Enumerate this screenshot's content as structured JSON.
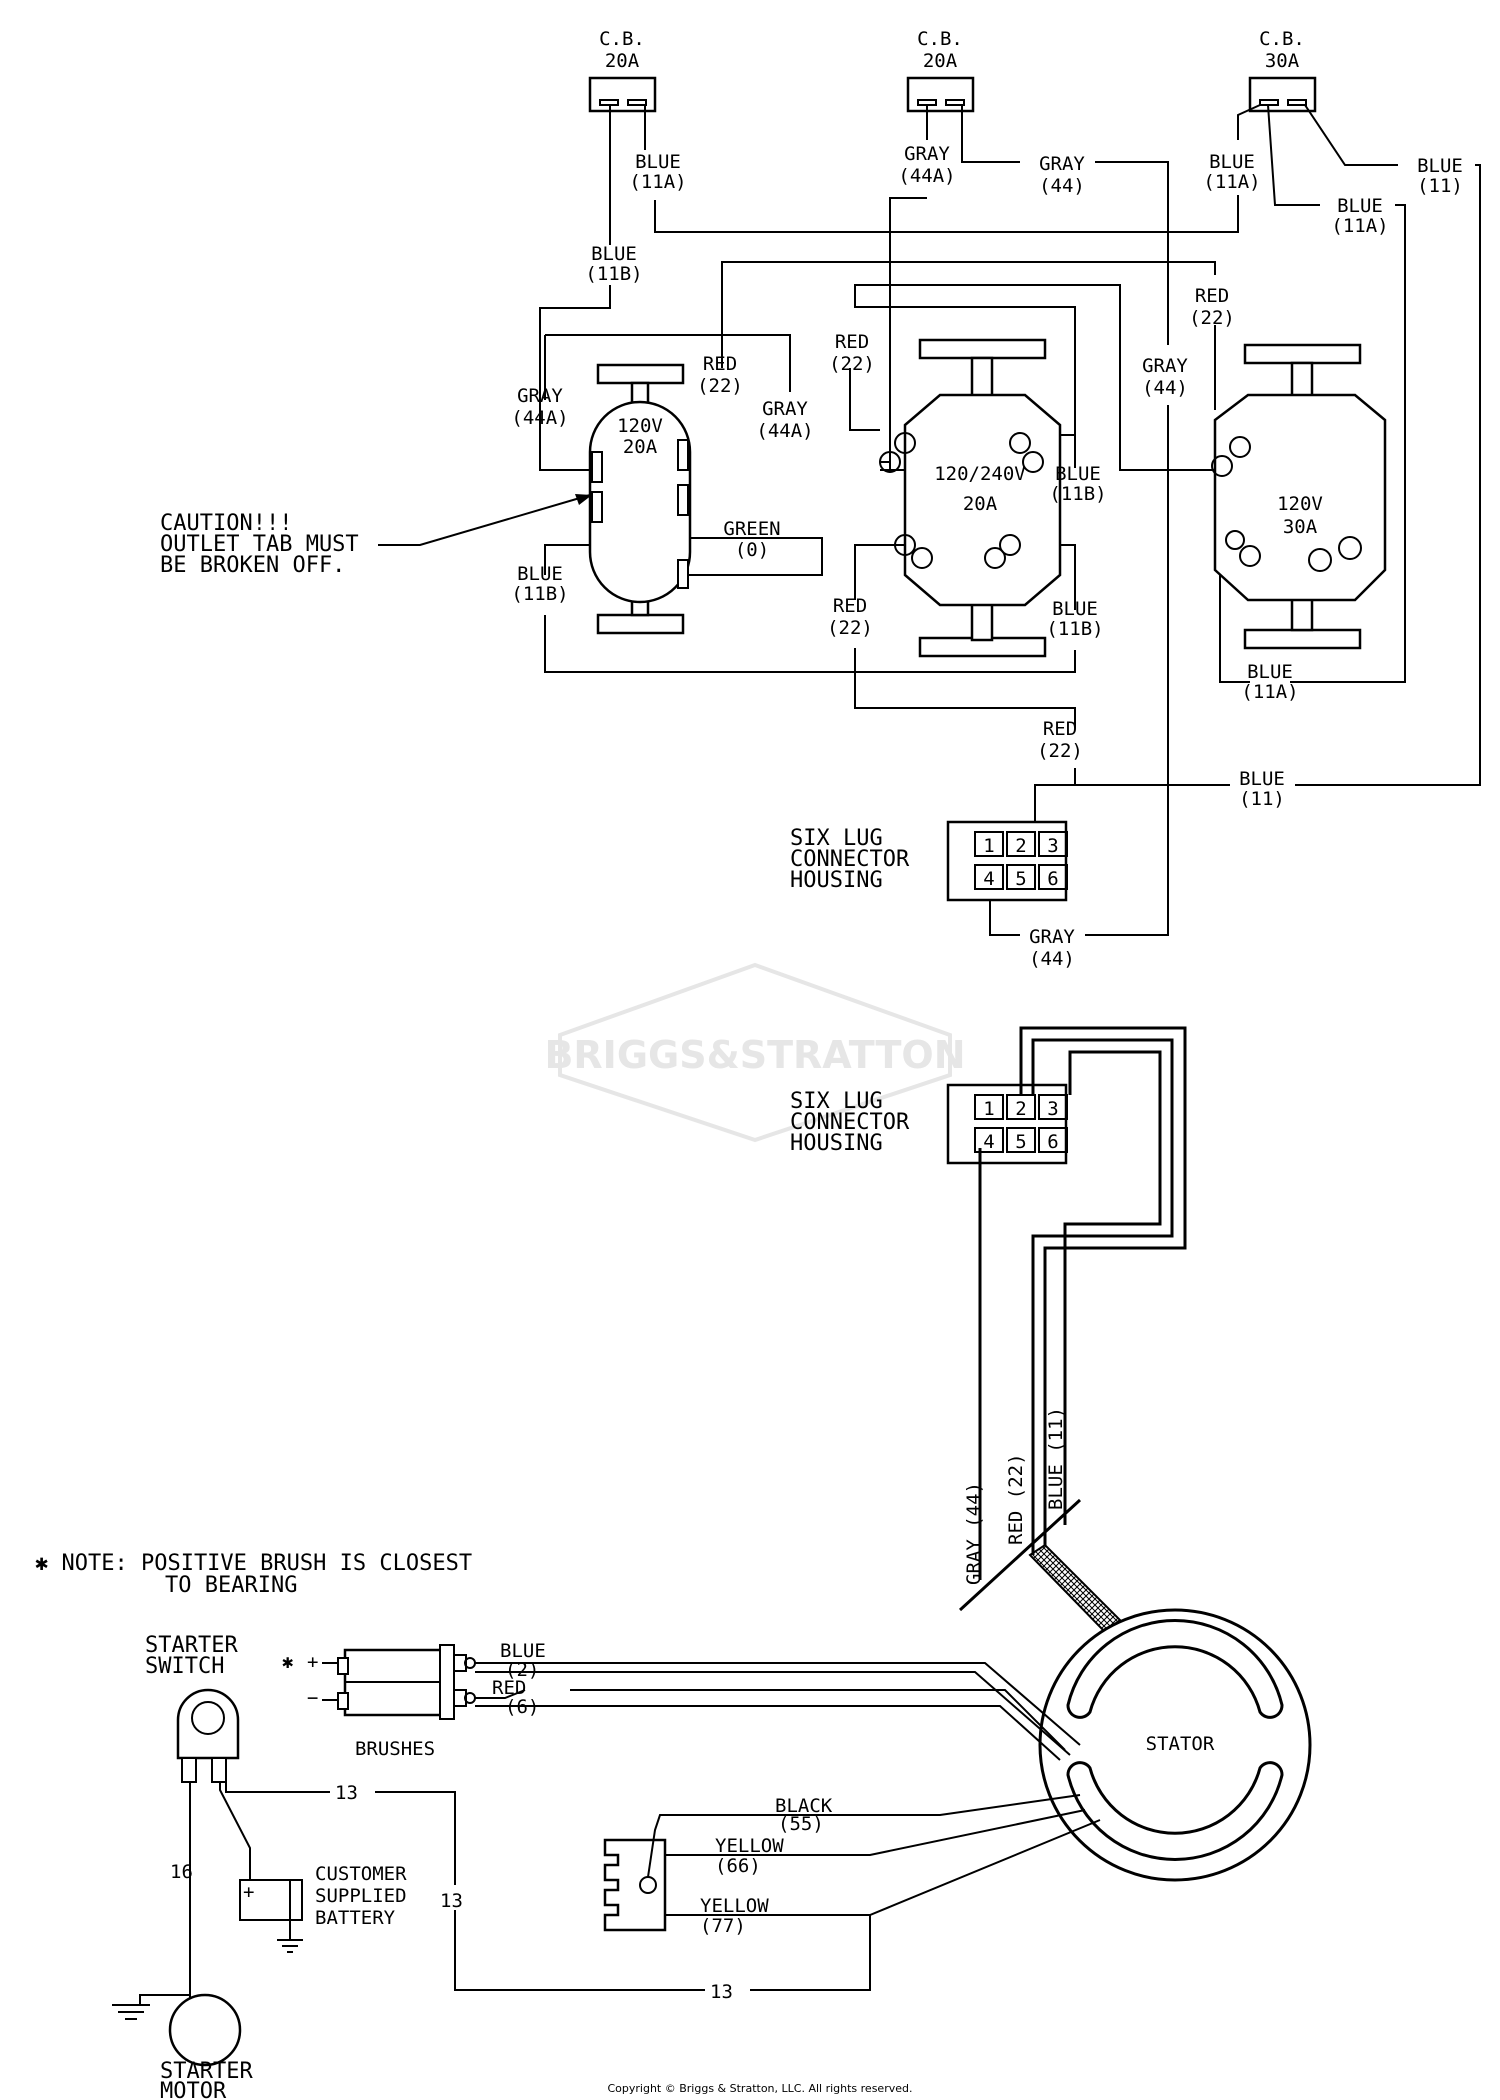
{
  "breakers": [
    {
      "name": "C.B.",
      "rating": "20A"
    },
    {
      "name": "C.B.",
      "rating": "20A"
    },
    {
      "name": "C.B.",
      "rating": "30A"
    }
  ],
  "wires": {
    "blue_11a_cb1": [
      "BLUE",
      "(11A)"
    ],
    "blue_11b_top": [
      "BLUE",
      "(11B)"
    ],
    "gray_44a_cb2": [
      "GRAY",
      "(44A)"
    ],
    "gray_44_cb2": [
      "GRAY",
      "(44)"
    ],
    "blue_11a_cb3": [
      "BLUE",
      "(11A)"
    ],
    "blue_11_cb3": [
      "BLUE",
      "(11)"
    ],
    "blue_11a_right": [
      "BLUE",
      "(11A)"
    ],
    "red_22_right": [
      "RED",
      "(22)"
    ],
    "gray_44_mid": [
      "GRAY",
      "(44)"
    ],
    "red_22_left": [
      "RED",
      "(22)"
    ],
    "gray_44a_left": [
      "GRAY",
      "(44A)"
    ],
    "gray_44a_mid": [
      "GRAY",
      "(44A)"
    ],
    "red_22_outlet": [
      "RED",
      "(22)"
    ],
    "blue_11b_outlet_r": [
      "BLUE",
      "(11B)"
    ],
    "green_0": [
      "GREEN",
      "(0)"
    ],
    "blue_11b_left": [
      "BLUE",
      "(11B)"
    ],
    "red_22_lower": [
      "RED",
      "(22)"
    ],
    "blue_11b_lower": [
      "BLUE",
      "(11B)"
    ],
    "blue_11a_bottom": [
      "BLUE",
      "(11A)"
    ],
    "red_22_conn": [
      "RED",
      "(22)"
    ],
    "blue_11_conn": [
      "BLUE",
      "(11)"
    ],
    "gray_44_conn": [
      "GRAY",
      "(44)"
    ]
  },
  "outlets": {
    "o120_20": [
      "120V",
      "20A"
    ],
    "o120_240": [
      "120/240V",
      "20A"
    ],
    "o120_30": [
      "120V",
      "30A"
    ]
  },
  "caution": [
    "CAUTION!!!",
    "OUTLET TAB MUST",
    "BE BROKEN OFF."
  ],
  "connector_label": [
    "SIX LUG",
    "CONNECTOR",
    "HOUSING"
  ],
  "lug_numbers": [
    "1",
    "2",
    "3",
    "4",
    "5",
    "6"
  ],
  "watermark": "BRIGGS&STRATTON",
  "stator_leads": [
    "GRAY (44)",
    "RED (22)",
    "BLUE (11)"
  ],
  "stator_label": "STATOR",
  "note": [
    "✱ NOTE: POSITIVE BRUSH IS CLOSEST",
    "TO BEARING"
  ],
  "brushes": {
    "label": "BRUSHES",
    "star": "✱",
    "plus": "+",
    "minus": "−"
  },
  "brush_wires": {
    "blue": [
      "BLUE",
      "(2)"
    ],
    "red": [
      "RED",
      "(6)"
    ]
  },
  "starter_switch": [
    "STARTER",
    "SWITCH"
  ],
  "starter_motor": [
    "STARTER",
    "MOTOR"
  ],
  "battery": {
    "lines": [
      "CUSTOMER",
      "SUPPLIED",
      "BATTERY"
    ],
    "plus": "+"
  },
  "ckt_numbers": {
    "n13_top": "13",
    "n13_mid": "13",
    "n13_bottom": "13",
    "n16": "16"
  },
  "rectifier_wires": {
    "black": [
      "BLACK",
      "(55)"
    ],
    "yellow66": [
      "YELLOW",
      "(66)"
    ],
    "yellow77": [
      "YELLOW",
      "(77)"
    ]
  },
  "copyright": "Copyright © Briggs & Stratton, LLC. All rights reserved."
}
